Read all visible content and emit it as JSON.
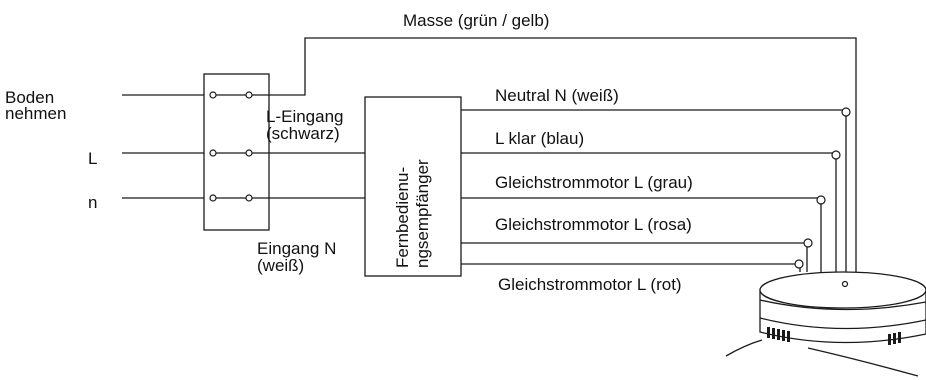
{
  "labels": {
    "ground_top": "Masse (grün / gelb)",
    "input_ground_line1": "Boden",
    "input_ground_line2": "nehmen",
    "input_L": "L",
    "input_n": "n",
    "l_input_line1": "L-Eingang",
    "l_input_line2": "(schwarz)",
    "n_input_line1": "Eingang N",
    "n_input_line2": "(weiß)",
    "receiver_line1": "Fernbedienu-",
    "receiver_line2": "ngsempfänger",
    "out_neutral": "Neutral N (weiß)",
    "out_light": "L klar (blau)",
    "out_motor_grey": "Gleichstrommotor L (grau)",
    "out_motor_pink": "Gleichstrommotor L (rosa)",
    "out_motor_red": "Gleichstrommotor L (rot)"
  },
  "colors": {
    "line": "#1a1a1a",
    "text": "#111111",
    "background": "#ffffff"
  }
}
